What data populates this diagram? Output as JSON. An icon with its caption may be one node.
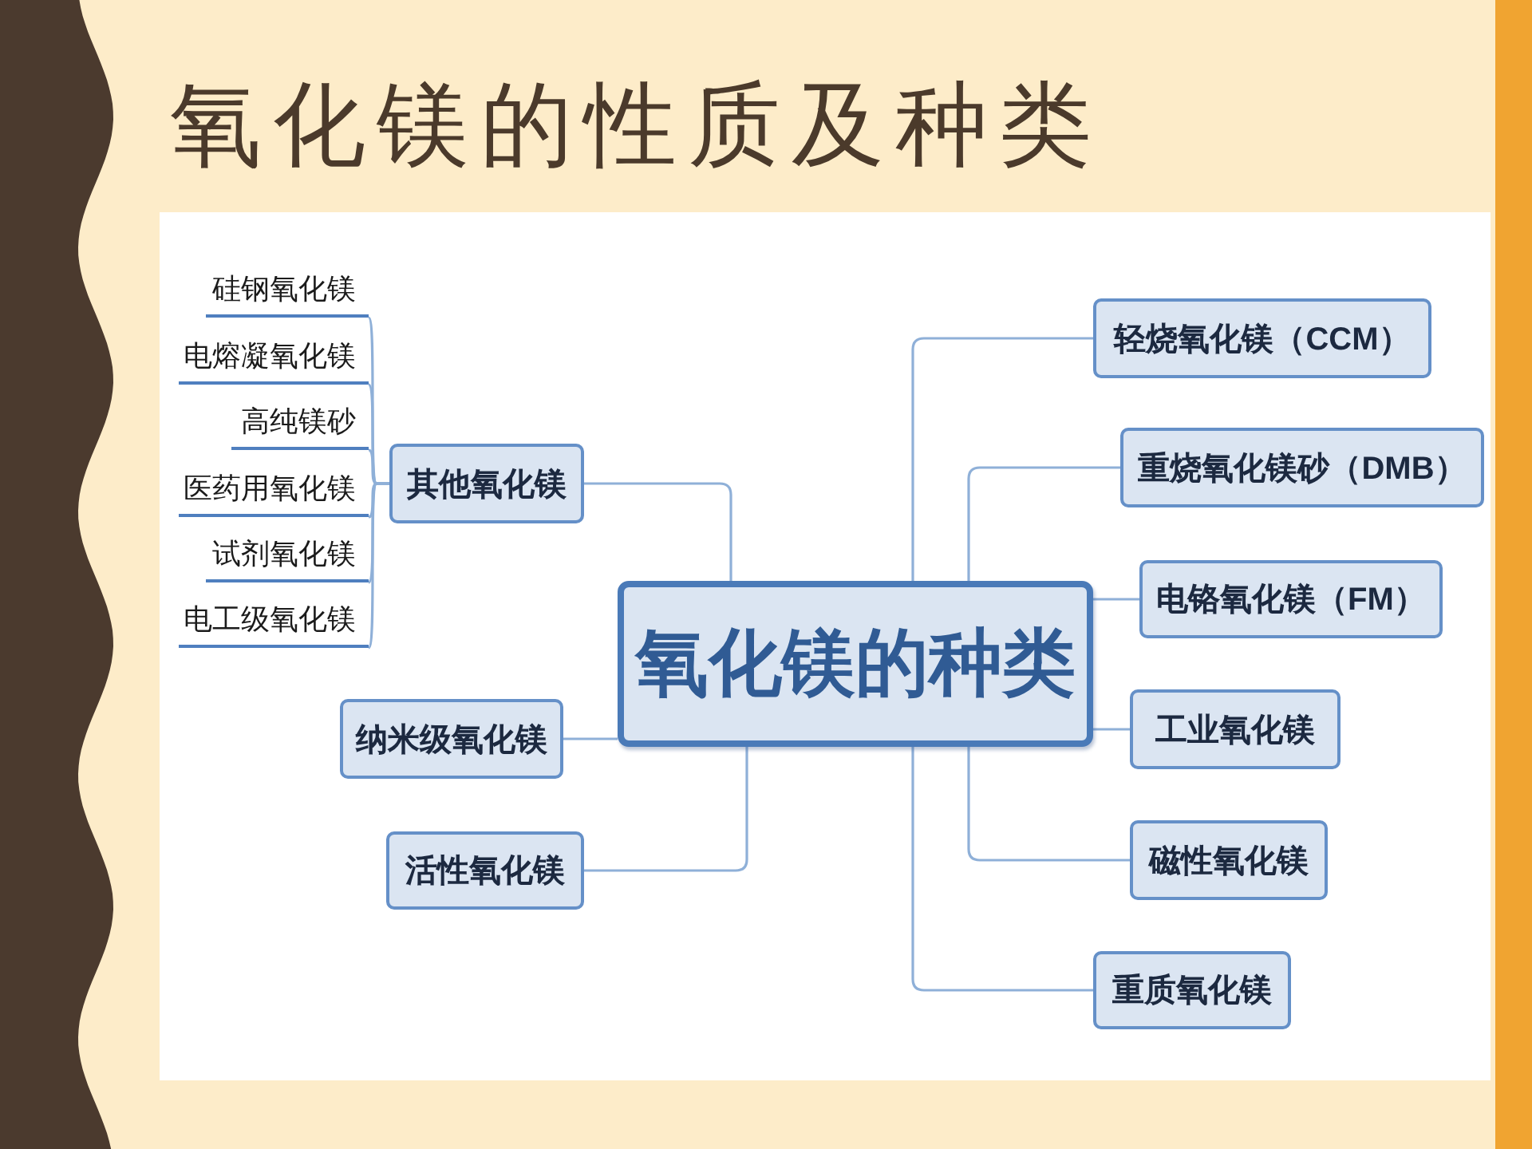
{
  "diagram": {
    "title": "氧化镁的性质及种类",
    "nodes": [
      {
        "text": [
          "氧化镁的种类"
        ]
      },
      {
        "text": [
          "其他氧化镁"
        ]
      },
      {
        "text": [
          "硅钢氧化镁"
        ]
      },
      {
        "text": [
          "电熔凝氧化镁"
        ]
      },
      {
        "text": [
          "高纯镁砂"
        ]
      },
      {
        "text": [
          "医药用氧化镁"
        ]
      },
      {
        "text": [
          "试剂氧化镁"
        ]
      },
      {
        "text": [
          "电工级氧化镁"
        ]
      },
      {
        "text": [
          "纳米级氧化镁"
        ]
      },
      {
        "text": [
          "活性氧化镁"
        ]
      },
      {
        "text": [
          "轻烧氧化镁（CCM）"
        ]
      },
      {
        "text": [
          "重烧氧化镁砂（DMB）"
        ]
      },
      {
        "text": [
          "电铬氧化镁（FM）"
        ]
      },
      {
        "text": [
          "工业氧化镁"
        ]
      },
      {
        "text": [
          "磁性氧化镁"
        ]
      },
      {
        "text": [
          "重质氧化镁"
        ]
      }
    ],
    "edges": [
      {
        "from": 0,
        "to": 1,
        "arrow": "none"
      },
      {
        "from": 0,
        "to": 8,
        "arrow": "none"
      },
      {
        "from": 0,
        "to": 9,
        "arrow": "none"
      },
      {
        "from": 0,
        "to": 10,
        "arrow": "none"
      },
      {
        "from": 0,
        "to": 11,
        "arrow": "none"
      },
      {
        "from": 0,
        "to": 12,
        "arrow": "none"
      },
      {
        "from": 0,
        "to": 13,
        "arrow": "none"
      },
      {
        "from": 0,
        "to": 14,
        "arrow": "none"
      },
      {
        "from": 0,
        "to": 15,
        "arrow": "none"
      },
      {
        "from": 1,
        "to": 2,
        "arrow": "other"
      },
      {
        "from": 1,
        "to": 3,
        "arrow": "other"
      },
      {
        "from": 1,
        "to": 4,
        "arrow": "other"
      },
      {
        "from": 1,
        "to": 5,
        "arrow": "other"
      },
      {
        "from": 1,
        "to": 6,
        "arrow": "other"
      },
      {
        "from": 1,
        "to": 7,
        "arrow": "other"
      }
    ]
  }
}
